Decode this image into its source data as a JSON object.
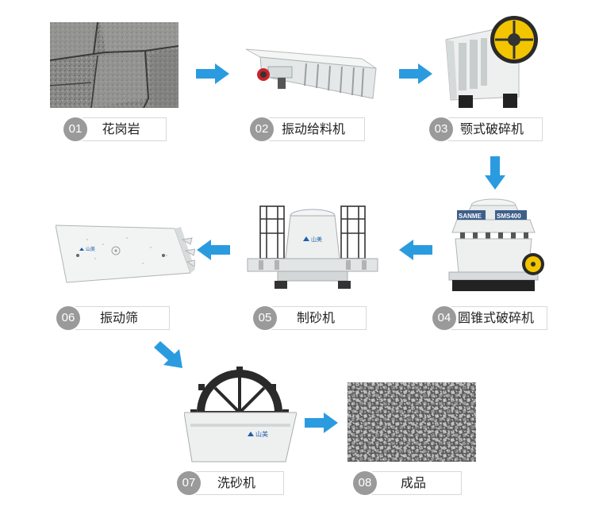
{
  "steps": [
    {
      "num": "01",
      "label": "花岗岩"
    },
    {
      "num": "02",
      "label": "振动给料机"
    },
    {
      "num": "03",
      "label": "颚式破碎机"
    },
    {
      "num": "04",
      "label": "圆锥式破碎机"
    },
    {
      "num": "05",
      "label": "制砂机"
    },
    {
      "num": "06",
      "label": "振动筛"
    },
    {
      "num": "07",
      "label": "洗砂机"
    },
    {
      "num": "08",
      "label": "成品"
    }
  ],
  "brand": {
    "logo_text": "山美",
    "cone_badge_left": "SANME",
    "cone_badge_right": "SMS400"
  },
  "colors": {
    "arrow": "#2b9be0",
    "badge": "#9a9a9a",
    "machine_body": "#ecefee",
    "flywheel": "#f2c500"
  }
}
